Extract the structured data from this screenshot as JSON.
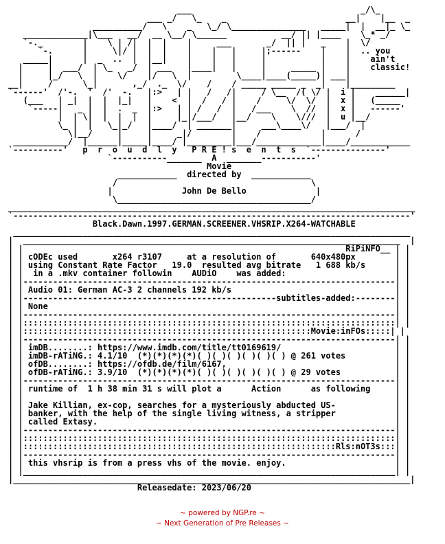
{
  "nfo_text": "                                  ___                                  _/\\_\n                            ___ _/   \\_    _                        __|    |__  _\n                 __________/   \\    _   \\_/ \\_______________   _____|  |  __|_ \\_\n   _____________|\\___   __/  __ \\__/ \\______           __/ || |____    \\_* _/\n   `-._        |    \\ | /|  |  |    |     ___       _/  || |   _    |  \\/\n      `-.      |     \\|/ |  |  |    |    |   |     |;------    |    |  .. you\n   _____|      |  _  ..  |  |__|    |    |   |     |           |    |    ain't\n  |     |  ___/  | \\_   _/  | ___   |____|   |     |     _____ |    |    classic!\n  |     |_/   \\  |    \\/    |/   \\  |         \\____|____(_____)| ___|\n__|     /      \\_|       ,_/  ._  \\/    /    / _____ _____ _  _|    |_________\n`------'  /'-.  '  /'  -.   |:>   | |   /   /|     / \\__  /( \\/ |  i |    ______|\n   (___   | _|  |  |  |_|   |    <  |  /   / |    /     \\/  \\/  |  x |   (_____\n    `-----|   _ |  |  .  _  |:>   | | /   /  |   /___    \\  //  |  x |   ------'\n          |  | \\|  |  |  |  |     |_|/___/   |__/    \\    \\///  |  u |__/\n          \\_ |  |   \\_|_/   |____/  | _______|     ___\\____\\/   |___/  |\n            \\|__/     |     |     _|/        |    /            |      /\n ___________/  |______|_____|____/ |_________|___/_____________|____/____________\n`----------'   p  r  o  u  d  l  y   P R E ! s  e  n  t  s  `---------------'\n                    `-----------_______  A  _______-----------'\n                                        Movie\n                      ____________  directed by  ____________\n                     /                                       \\\n                    |              John De Bello              |\n                     \\_______________________________________/\n__________________________________________________________________________________\n`--------------------------------------------------------------------------------'\n                 Black.Dawn.1997.GERMAN.SCREENER.VHSRIP.X264-WATCHABLE\n ________________________________________________________________________________\n|  ____________________________________________________________________________  |\n| |                                                                 RiPiNFO__ | |\n| | cODEc used       x264 r3107     at a resolution of       640x480px        | |\n| | using Constant Rate Factor   19.0  resulted avg bitrate   1 688 kb/s      | |\n| |  in a .mkv container followin    AUDiO    was added:                      | |\n| |---------------------------------------------------------------------------| |\n| | Audio 01: German AC-3 2 channels 192 kb/s                                 | |\n| |---------------------------------------------------subtitles-added:--------| |\n| | None                                                                      | |\n| |---------------------------------------------------------------------------| |\n| |:::::::::::::::::::::::::::::::::::::::::::::::::::::::::::::::::::::::::::| |\n| |::::::::::::::::::::::::::::::::::::::::::::::::::::::::::Movie:inFOs:::::| |\n| |---------------------------------------------------------------------------| |\n| | imDB........: https://www.imdb.com/title/tt0169619/                       | |\n| | imDB-rATiNG.: 4.1/10  (*)(*)(*)(*)( )( )( )( )( )( ) @ 261 votes          | |\n| | ofDB........: https://ofdb.de/film/6167,                                  | |\n| | ofDB-rATiNG.: 3.9/10  (*)(*)(*)(*)( )( )( )( )( )( ) @ 29 votes           | |\n| |---------------------------------------------------------------------------| |\n| | runtime of  1 h 38 min 31 s will plot a      Action      as following     | |\n| |                                                                           | |\n| | Jake Killian, ex-cop, searches for a mysteriously abducted US-            | |\n| | banker, with the help of the single living witness, a stripper            | |\n| | called Extasy.                                                            | |\n| |---------------------------------------------------------------------------| |\n| |:::::::::::::::::::::::::::::::::::::::::::::::::::::::::::::::::::::::::::| |\n| |:::::::::::::::::::::::::::::::::::::::::::::::::::::::::::::::Rls:nOT3s:::| |\n| |---------------------------------------------------------------------------| |\n| | this vhsrip is from a press vhs of the movie. enjoy.                      | |\n| |___________________________________________________________________________| |\n|________________________________________________________________________________|\n                          Releasedate: 2023/06/20",
  "footer": {
    "line1": "~ powered by NGP.re ~",
    "line2": "~ Next Generation of Pre Releases ~"
  },
  "colors": {
    "text": "#000000",
    "footer": "#c00000",
    "background": "#ffffff"
  }
}
